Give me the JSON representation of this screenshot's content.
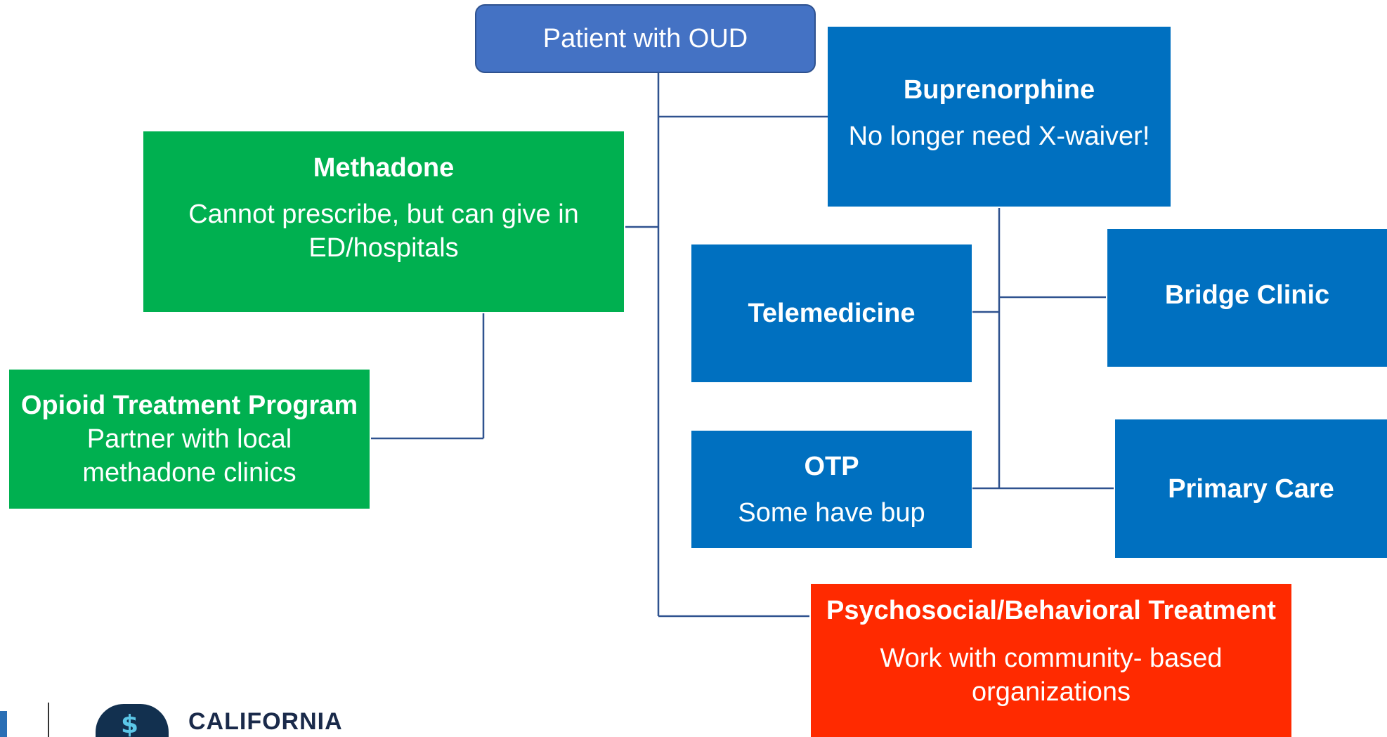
{
  "root": {
    "label": "Patient with OUD"
  },
  "buprenorphine": {
    "title": "Buprenorphine",
    "note": "No longer need X-waiver!"
  },
  "methadone": {
    "title": "Methadone",
    "note_line1": "Cannot prescribe, but can give in",
    "note_line2": "ED/hospitals"
  },
  "otp_program": {
    "title": "Opioid Treatment Program",
    "note_line1": "Partner with local",
    "note_line2": "methadone clinics"
  },
  "telemedicine": {
    "title": "Telemedicine"
  },
  "bridge_clinic": {
    "title": "Bridge Clinic"
  },
  "otp": {
    "title": "OTP",
    "note": "Some have bup"
  },
  "primary_care": {
    "title": "Primary Care"
  },
  "psychosocial": {
    "title": "Psychosocial/Behavioral Treatment",
    "note_line1": "Work with community- based",
    "note_line2": "organizations"
  },
  "footer": {
    "logo_text": "CALIFORNIA"
  },
  "colors": {
    "blue": "#0070C0",
    "green": "#00B050",
    "red": "#FF2A00",
    "root": "#4472C4",
    "connector": "#2F528F"
  }
}
